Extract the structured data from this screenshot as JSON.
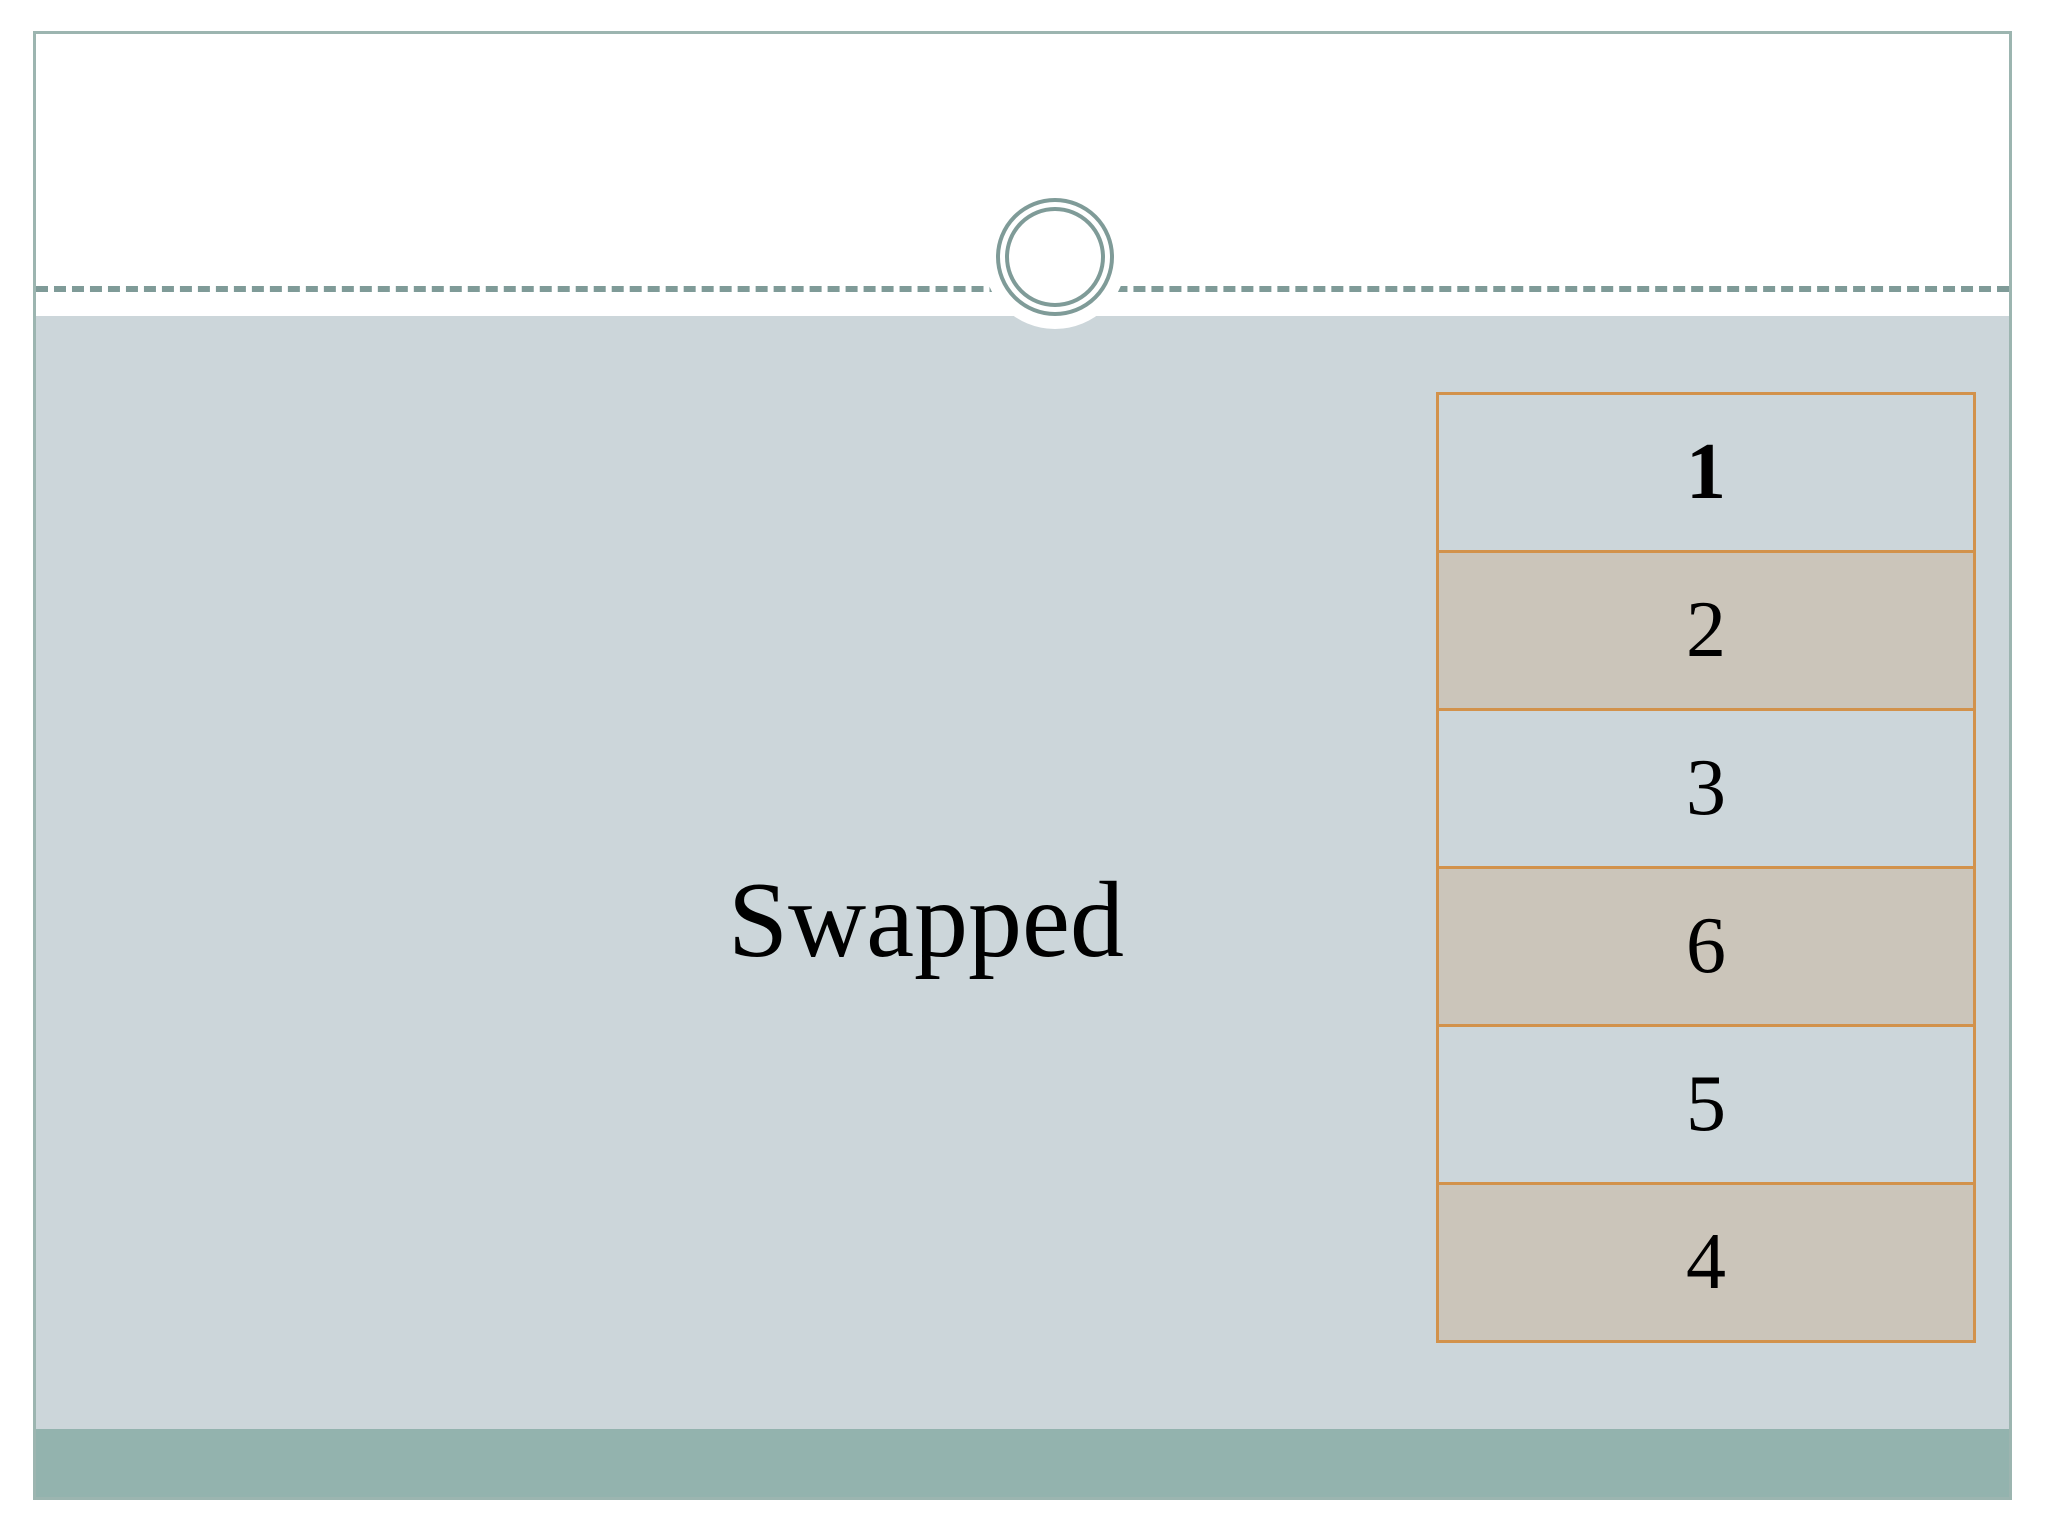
{
  "slide": {
    "kind": "presentation-slide",
    "colors": {
      "frame_border": "#9cb5b0",
      "header_background": "#ffffff",
      "body_background": "#ccd6da",
      "footer_background": "#93b3ae",
      "rule_color": "#7f9b98",
      "ornament_color": "#7f9b98",
      "table_border": "#d2924b",
      "cell_light": "#ccd6da",
      "cell_tan": "#cbc5ba",
      "text_color": "#000000"
    }
  },
  "header": {
    "title": "",
    "divider_style": "dashed",
    "ornament": "double-circle-ornament"
  },
  "body": {
    "caption": "Swapped"
  },
  "array": {
    "label": "array-visualization",
    "orientation": "vertical",
    "cells": [
      {
        "value": "1",
        "shade": "light",
        "bold": true
      },
      {
        "value": "2",
        "shade": "tan",
        "bold": false
      },
      {
        "value": "3",
        "shade": "light",
        "bold": false
      },
      {
        "value": "6",
        "shade": "tan",
        "bold": false
      },
      {
        "value": "5",
        "shade": "light",
        "bold": false
      },
      {
        "value": "4",
        "shade": "tan",
        "bold": false
      }
    ]
  },
  "footer": {
    "text": ""
  }
}
